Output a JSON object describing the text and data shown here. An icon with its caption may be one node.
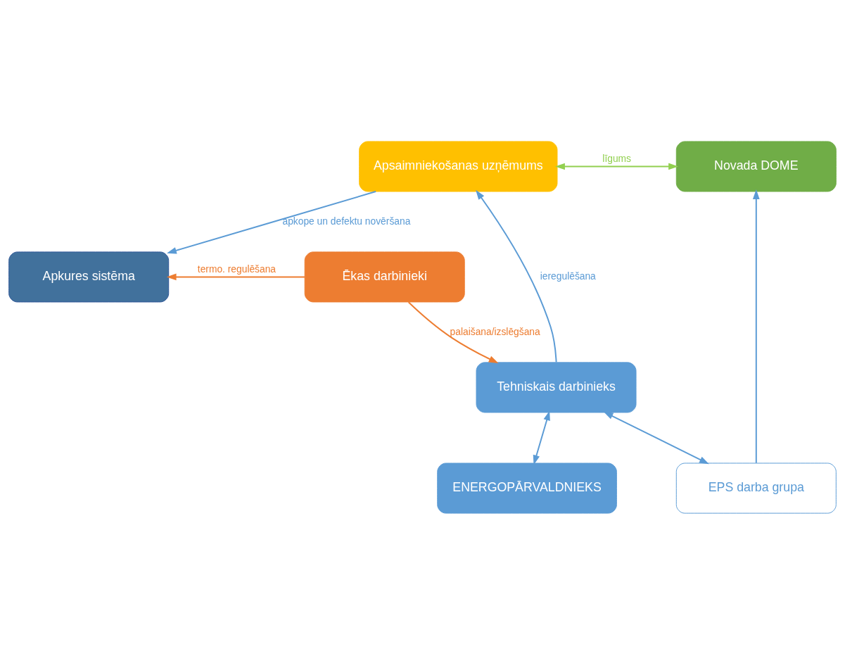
{
  "diagram": {
    "nodes": [
      {
        "text": [
          "Apsaimniekošanas uzņēmums"
        ]
      },
      {
        "text": [
          "Novada DOME"
        ]
      },
      {
        "text": [
          "Apkures sistēma"
        ]
      },
      {
        "text": [
          "Ēkas darbinieki"
        ]
      },
      {
        "text": [
          "Tehniskais darbinieks"
        ]
      },
      {
        "text": [
          "ENERGOPĀRVALDNIEKS"
        ]
      },
      {
        "text": [
          "EPS darba grupa"
        ]
      }
    ],
    "edges": [
      {
        "from": 0,
        "to": 1,
        "arrow": "both",
        "label": "līgums",
        "color": "#92d050"
      },
      {
        "from": 0,
        "to": 2,
        "arrow": "to",
        "label": "apkope un defektu novēršana"
      },
      {
        "from": 3,
        "to": 2,
        "arrow": "to",
        "label": "termo. regulēšana",
        "color": "#ed7d31"
      },
      {
        "from": 3,
        "to": 4,
        "arrow": "to",
        "label": "palaišana/izslēgšana",
        "color": "#ed7d31"
      },
      {
        "from": 4,
        "to": 0,
        "arrow": "to",
        "label": "ieregulēšana"
      },
      {
        "from": 4,
        "to": 5,
        "arrow": "both"
      },
      {
        "from": 4,
        "to": 6,
        "arrow": "both"
      },
      {
        "from": 6,
        "to": 1,
        "arrow": "to"
      }
    ]
  }
}
